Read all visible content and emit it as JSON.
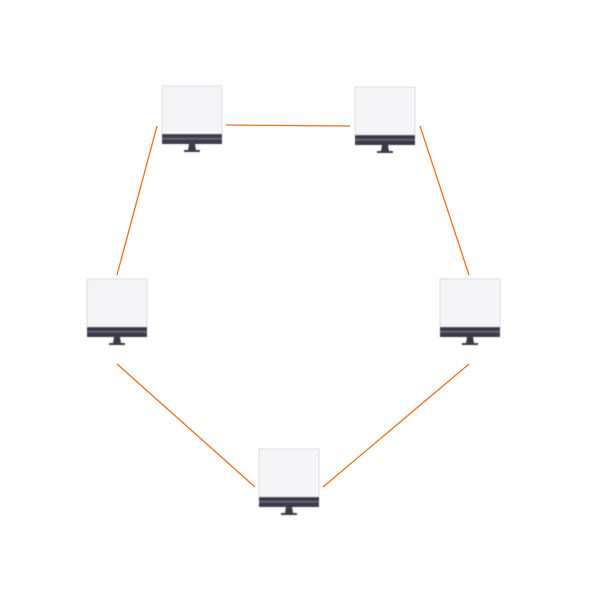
{
  "diagram": {
    "type": "ring-network",
    "node_icon": "desktop-monitor-icon",
    "nodes": [
      {
        "id": "computer-1"
      },
      {
        "id": "computer-2"
      },
      {
        "id": "computer-3"
      },
      {
        "id": "computer-4"
      },
      {
        "id": "computer-5"
      }
    ],
    "edges": [
      {
        "from": "computer-1",
        "to": "computer-2"
      },
      {
        "from": "computer-2",
        "to": "computer-3"
      },
      {
        "from": "computer-3",
        "to": "computer-4"
      },
      {
        "from": "computer-4",
        "to": "computer-5"
      },
      {
        "from": "computer-5",
        "to": "computer-1"
      }
    ],
    "colors": {
      "link": "#e8701f",
      "screen": "#f5f5f7",
      "screen_edge": "#dcdce2",
      "bezel": "#3a3a4a",
      "bezel_light": "#6a6a7a",
      "stand": "#3a3a4a"
    }
  }
}
